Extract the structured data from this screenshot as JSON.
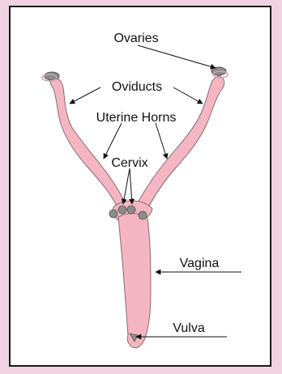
{
  "labels": {
    "ovaries": "Ovaries",
    "oviducts": "Oviducts",
    "uterine_horns": "Uterine Horns",
    "cervix": "Cervix",
    "vagina": "Vagina",
    "vulva": "Vulva"
  },
  "colors": {
    "page_background": "#efd3e1",
    "tissue": "#f4b6c2",
    "tissue_outline": "#8a6a72",
    "ovary_gray": "#8c8c8c",
    "line": "#111111"
  }
}
